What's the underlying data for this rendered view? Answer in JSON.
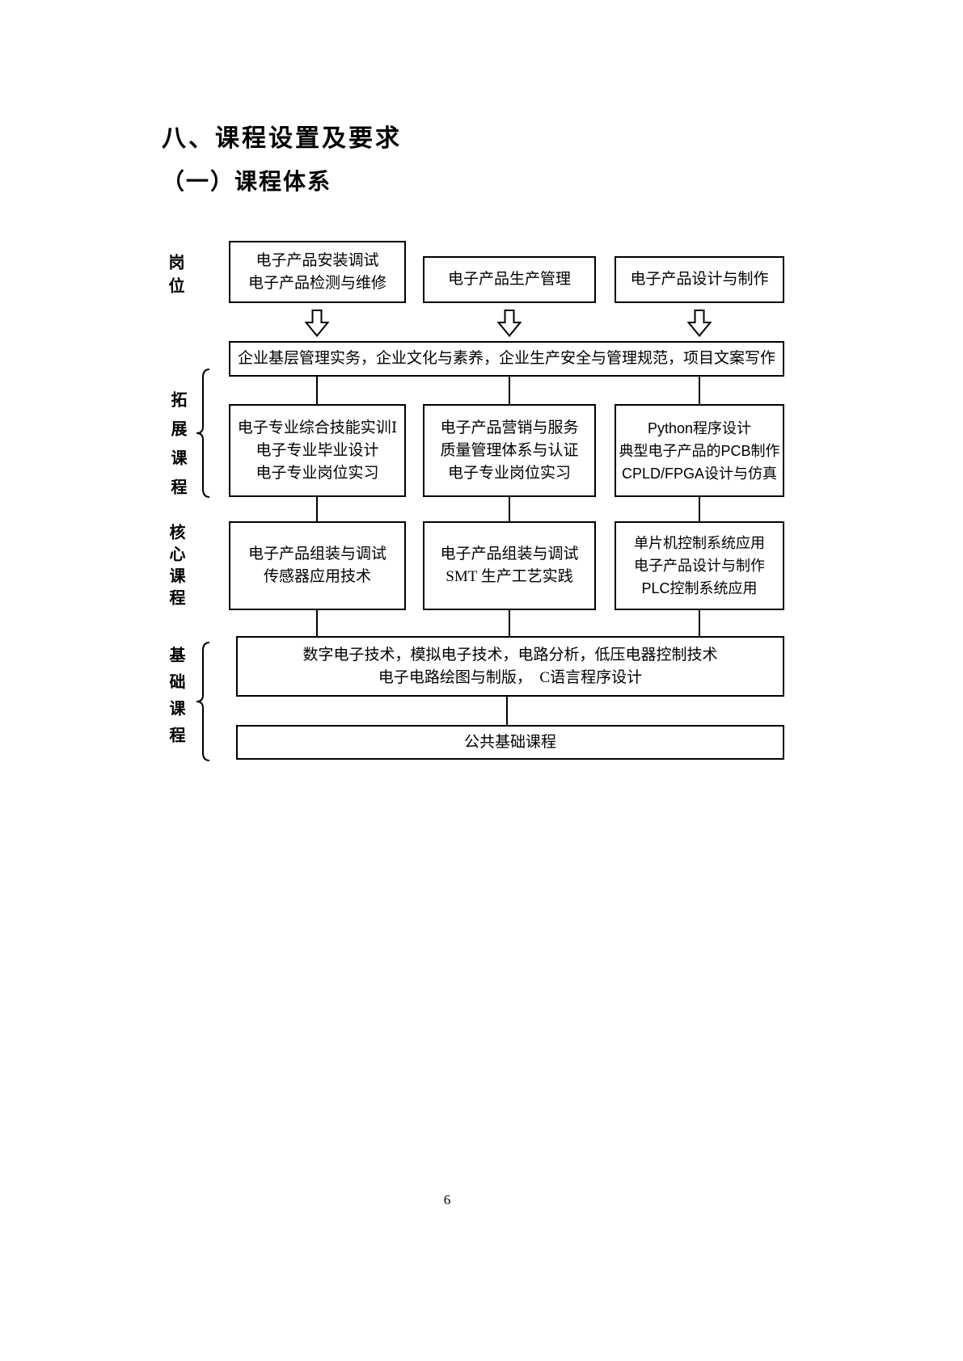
{
  "page": {
    "background": "#ffffff",
    "text_color": "#000000",
    "heading_section": "八、课程设置及要求",
    "heading_sub": "（一）课程体系",
    "page_number": "6"
  },
  "icons": {
    "down_arrow": "hollow-block-down-arrow",
    "bracket": "left-pointing-curly-brace"
  },
  "diagram": {
    "row_labels": {
      "positions": "岗位",
      "expansion": "拓展课程",
      "core": "核心课程",
      "foundation": "基础课程"
    },
    "position_boxes": [
      {
        "lines": [
          "电子产品安装调试",
          "电子产品检测与维修"
        ]
      },
      {
        "lines": [
          "电子产品生产管理"
        ]
      },
      {
        "lines": [
          "电子产品设计与制作"
        ]
      }
    ],
    "management_box": "企业基层管理实务，企业文化与素养，企业生产安全与管理规范，项目文案写作",
    "expansion_boxes": [
      {
        "lines": [
          "电子专业综合技能实训Ⅰ",
          "电子专业毕业设计",
          "电子专业岗位实习"
        ]
      },
      {
        "lines": [
          "电子产品营销与服务",
          "质量管理体系与认证",
          "电子专业岗位实习"
        ]
      },
      {
        "lines": [
          "Python程序设计",
          "典型电子产品的PCB制作",
          "CPLD/FPGA设计与仿真"
        ]
      }
    ],
    "core_boxes": [
      {
        "lines": [
          "电子产品组装与调试",
          "传感器应用技术"
        ]
      },
      {
        "lines": [
          "电子产品组装与调试",
          "SMT 生产工艺实践"
        ]
      },
      {
        "lines": [
          "单片机控制系统应用",
          "电子产品设计与制作",
          "PLC控制系统应用"
        ]
      }
    ],
    "foundation_boxes": [
      {
        "lines": [
          "数字电子技术，模拟电子技术，电路分析，低压电器控制技术",
          "电子电路绘图与制版，　C语言程序设计"
        ]
      },
      {
        "lines": [
          "公共基础课程"
        ]
      }
    ]
  }
}
